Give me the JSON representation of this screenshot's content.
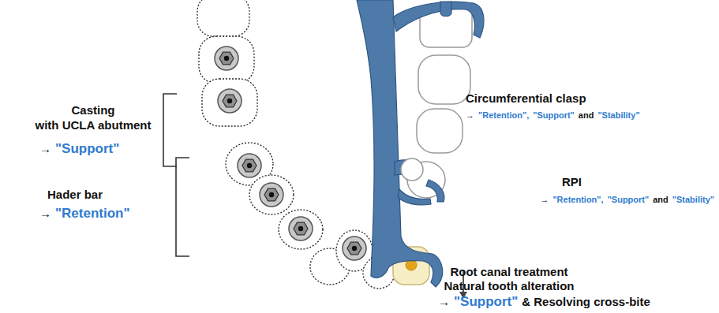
{
  "diagram": {
    "labels": [
      "Casting",
      "with UCLA abutment",
      "→",
      "\"Support\"",
      "Hader bar",
      "→",
      "\"Retention\"",
      "Circumferential clasp",
      "→",
      "\"Retention\",",
      "\"Support\"",
      "and",
      "\"Stability\"",
      "RPI",
      "→",
      "\"Retention\",",
      "\"Support\"",
      "and",
      "\"Stability\"",
      "Root canal treatment",
      "Natural tooth alteration",
      "→",
      "\"Support\"",
      "& Resolving cross-bite"
    ]
  }
}
